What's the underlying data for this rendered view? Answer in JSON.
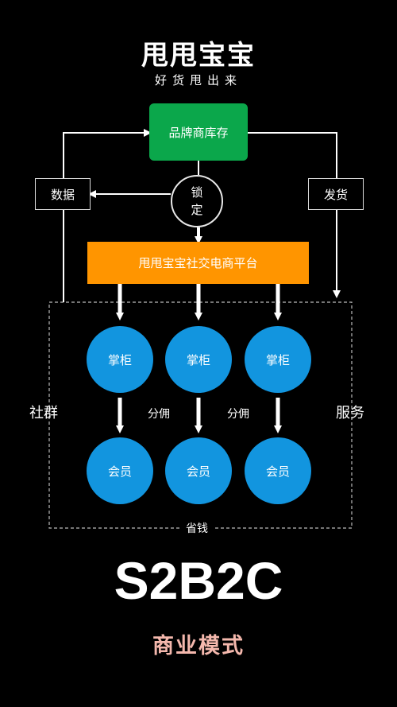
{
  "brand": {
    "logo_text": "甩甩宝宝",
    "slogan": "好货甩出来"
  },
  "diagram": {
    "inventory": "品牌商库存",
    "lock": "锁定",
    "data_box": "数据",
    "ship_box": "发货",
    "platform": "甩甩宝宝社交电商平台",
    "shopkeepers": [
      "掌柜",
      "掌柜",
      "掌柜"
    ],
    "members": [
      "会员",
      "会员",
      "会员"
    ],
    "commission": [
      "分佣",
      "分佣"
    ],
    "left_label": "社群",
    "right_label": "服务",
    "bottom_label": "省钱"
  },
  "footer": {
    "title": "S2B2C",
    "subtitle": "商业模式"
  },
  "colors": {
    "inventory": "#0ba74b",
    "platform": "#ff9500",
    "circles": "#1295df",
    "subtitle": "#f4b8ad"
  }
}
